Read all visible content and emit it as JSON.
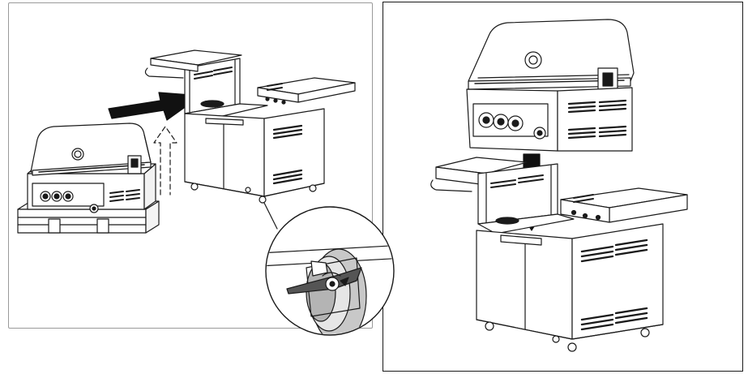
{
  "figure": {
    "panels": [
      {
        "name": "left",
        "step": "move-grill-head-from-pallet-to-cart",
        "callout": "caster-wheel-lock-brake"
      },
      {
        "name": "right",
        "step": "lower-grill-head-into-cart"
      }
    ],
    "colors": {
      "line": "#1a1a1a",
      "arrow": "#111111",
      "panel_border_left": "#9a9a9a",
      "panel_border_right": "#1a1a1a",
      "wheel_fill": "#c8c8c8"
    }
  }
}
